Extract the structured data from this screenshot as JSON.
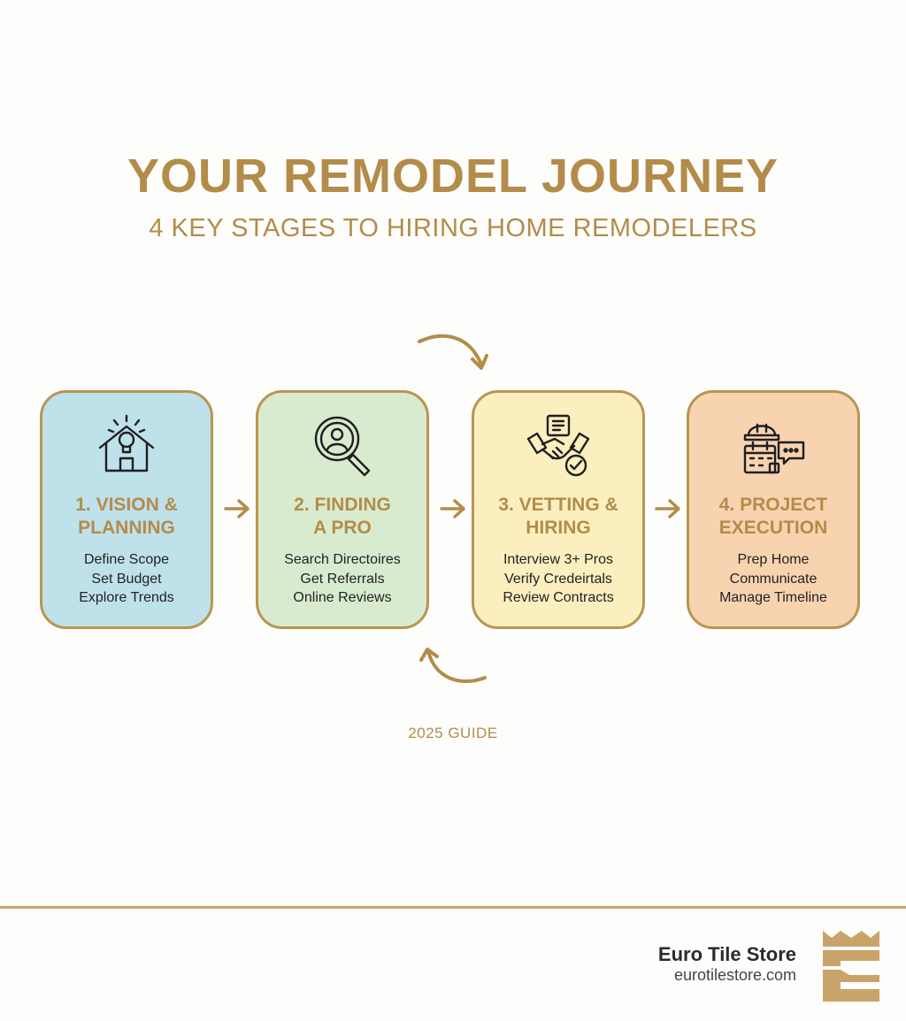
{
  "header": {
    "title": "YOUR REMODEL JOURNEY",
    "subtitle": "4 KEY STAGES TO HIRING HOME REMODELERS"
  },
  "colors": {
    "accent": "#b38c4a",
    "border": "#b99552",
    "stage1_bg": "#bfe1ea",
    "stage2_bg": "#d9ebcf",
    "stage3_bg": "#fbefbf",
    "stage4_bg": "#f8d3b0"
  },
  "stages": [
    {
      "title": "1. VISION &\nPLANNING",
      "icon": "house-lightbulb-icon",
      "tasks": [
        "Define Scope",
        "Set Budget",
        "Explore Trends"
      ]
    },
    {
      "title": "2. FINDING\nA PRO",
      "icon": "magnifier-person-icon",
      "tasks": [
        "Search Directoires",
        "Get Referrals",
        "Online Reviews"
      ]
    },
    {
      "title": "3. VETTING &\nHIRING",
      "icon": "handshake-checklist-icon",
      "tasks": [
        "Interview 3+ Pros",
        "Verify Credeirtals",
        "Review Contracts"
      ]
    },
    {
      "title": "4. PROJECT\nEXECUTION",
      "icon": "hardhat-calendar-chat-icon",
      "tasks": [
        "Prep Home",
        "Communicate",
        "Manage Timeline"
      ]
    }
  ],
  "footer": {
    "guide_label": "2025 GUIDE",
    "brand_name": "Euro Tile Store",
    "brand_url": "eurotilestore.com",
    "logo_icon": "euro-tile-logo-icon"
  }
}
